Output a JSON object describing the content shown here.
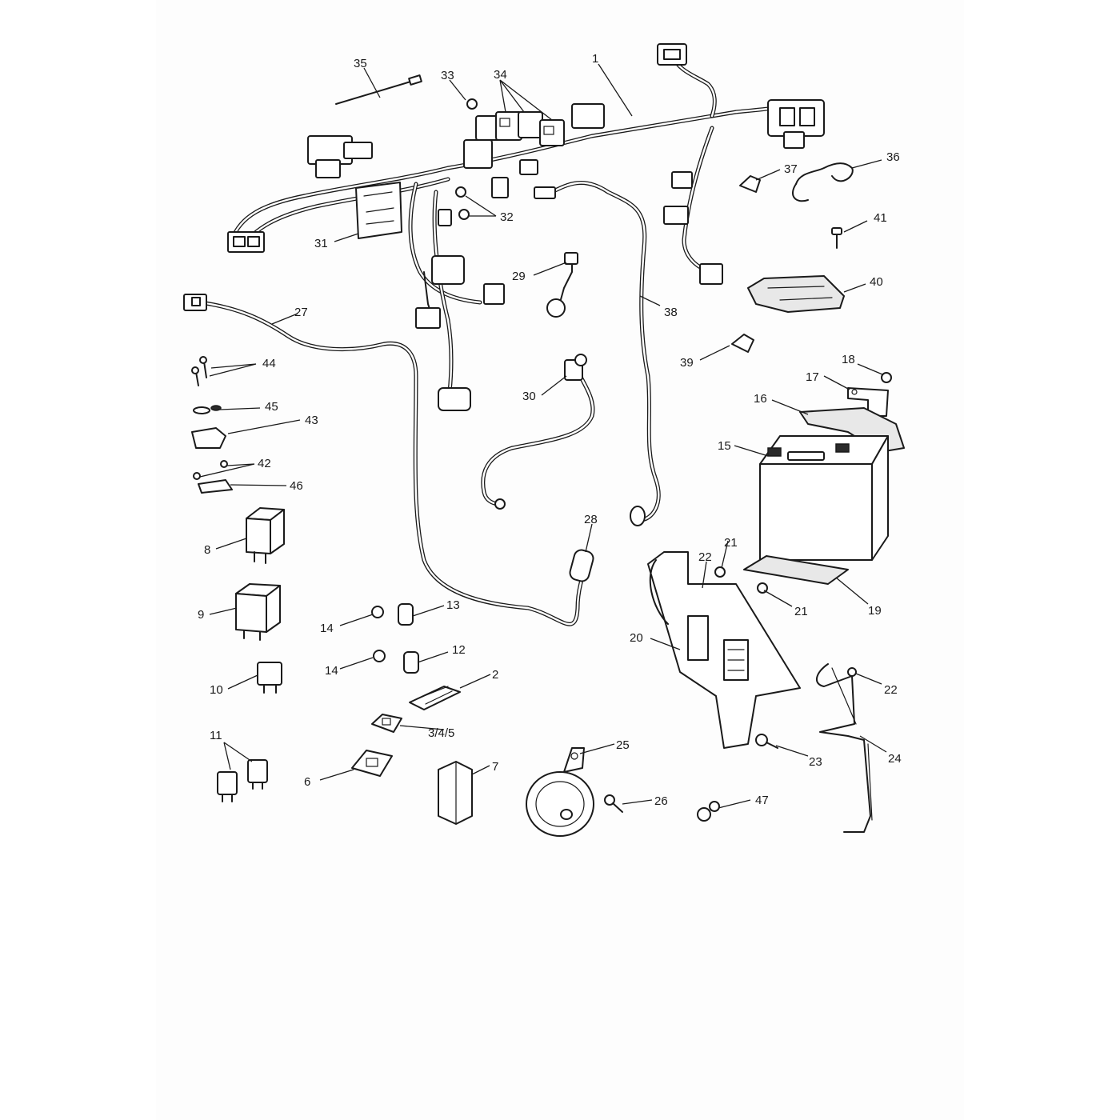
{
  "callouts": [
    {
      "id": "c1",
      "label": "1"
    },
    {
      "id": "c2",
      "label": "2"
    },
    {
      "id": "c345",
      "label": "3/4/5"
    },
    {
      "id": "c6",
      "label": "6"
    },
    {
      "id": "c7",
      "label": "7"
    },
    {
      "id": "c8",
      "label": "8"
    },
    {
      "id": "c9",
      "label": "9"
    },
    {
      "id": "c10",
      "label": "10"
    },
    {
      "id": "c11",
      "label": "11"
    },
    {
      "id": "c12",
      "label": "12"
    },
    {
      "id": "c13",
      "label": "13"
    },
    {
      "id": "c14a",
      "label": "14"
    },
    {
      "id": "c14b",
      "label": "14"
    },
    {
      "id": "c15",
      "label": "15"
    },
    {
      "id": "c16",
      "label": "16"
    },
    {
      "id": "c17",
      "label": "17"
    },
    {
      "id": "c18",
      "label": "18"
    },
    {
      "id": "c19",
      "label": "19"
    },
    {
      "id": "c20",
      "label": "20"
    },
    {
      "id": "c21a",
      "label": "21"
    },
    {
      "id": "c21b",
      "label": "21"
    },
    {
      "id": "c22a",
      "label": "22"
    },
    {
      "id": "c22b",
      "label": "22"
    },
    {
      "id": "c23",
      "label": "23"
    },
    {
      "id": "c24",
      "label": "24"
    },
    {
      "id": "c25",
      "label": "25"
    },
    {
      "id": "c26",
      "label": "26"
    },
    {
      "id": "c27",
      "label": "27"
    },
    {
      "id": "c28",
      "label": "28"
    },
    {
      "id": "c29",
      "label": "29"
    },
    {
      "id": "c30",
      "label": "30"
    },
    {
      "id": "c31",
      "label": "31"
    },
    {
      "id": "c32",
      "label": "32"
    },
    {
      "id": "c33",
      "label": "33"
    },
    {
      "id": "c34",
      "label": "34"
    },
    {
      "id": "c35",
      "label": "35"
    },
    {
      "id": "c36",
      "label": "36"
    },
    {
      "id": "c37",
      "label": "37"
    },
    {
      "id": "c38",
      "label": "38"
    },
    {
      "id": "c39",
      "label": "39"
    },
    {
      "id": "c40",
      "label": "40"
    },
    {
      "id": "c41",
      "label": "41"
    },
    {
      "id": "c42",
      "label": "42"
    },
    {
      "id": "c43",
      "label": "43"
    },
    {
      "id": "c44",
      "label": "44"
    },
    {
      "id": "c45",
      "label": "45"
    },
    {
      "id": "c46",
      "label": "46"
    },
    {
      "id": "c47",
      "label": "47"
    }
  ]
}
